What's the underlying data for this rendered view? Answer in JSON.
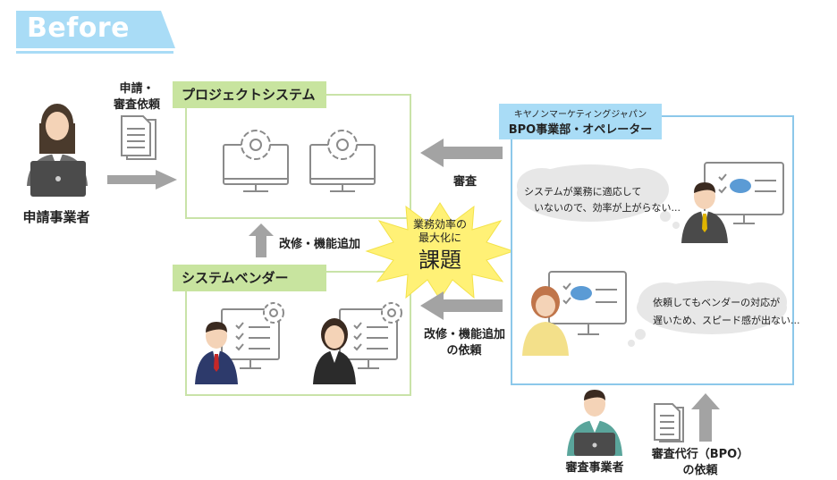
{
  "banner": {
    "title": "Before",
    "color": "#a9dcf6"
  },
  "applicant": {
    "label": "申請事業者"
  },
  "request_label": {
    "line1": "申請・",
    "line2": "審査依頼"
  },
  "project_system": {
    "title": "プロジェクトシステム"
  },
  "system_vendor": {
    "title": "システムベンダー"
  },
  "modify_label": "改修・機能追加",
  "operator": {
    "line1": "キヤノンマーケティングジャパン",
    "line2": "BPO事業部・オペレーター"
  },
  "review_label": "審査",
  "modify_request_label": {
    "line1": "改修・機能追加",
    "line2": "の依頼"
  },
  "burst": {
    "line1": "業務効率の",
    "line2": "最大化に",
    "line3": "課題",
    "color": "#fff176"
  },
  "bubble1": {
    "line1": "システムが業務に適応して",
    "line2": "いないので、効率が上がらない..."
  },
  "bubble2": {
    "line1": "依頼してもベンダーの対応が",
    "line2": "遅いため、スピード感が出ない..."
  },
  "reviewer": {
    "label": "審査事業者"
  },
  "bpo_request_label": {
    "line1": "審査代行（BPO）",
    "line2": "の依頼"
  },
  "colors": {
    "green_border": "#c9e3a8",
    "green_tab": "#c8e49f",
    "blue_border": "#8cc8ea",
    "arrow": "#a3a3a3"
  }
}
